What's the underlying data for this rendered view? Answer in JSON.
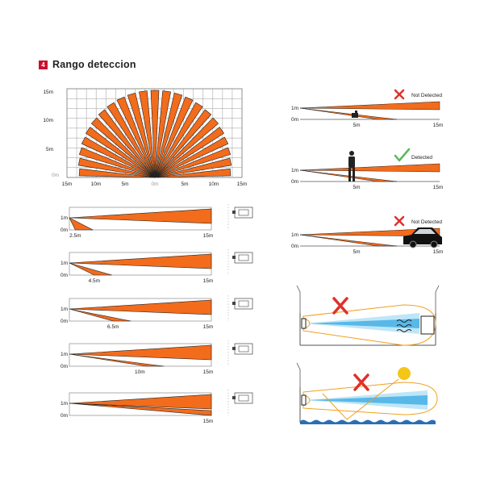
{
  "header": {
    "section_number": "4",
    "title": "Rango deteccion"
  },
  "colors": {
    "orange": "#f26c1c",
    "red": "#c8102e",
    "green": "#5cb85c",
    "blue": "#58b8e8",
    "sun": "#f5c518",
    "beam_outline": "#f0a020",
    "water": "#2a6fb5"
  },
  "fan_chart": {
    "y_labels": [
      "15m",
      "10m",
      "5m",
      "0m"
    ],
    "x_labels": [
      "15m",
      "10m",
      "5m",
      "0m",
      "5m",
      "10m",
      "15m"
    ],
    "wedge_count": 23
  },
  "side_views": [
    {
      "distance_label": "2.5m",
      "max_label": "15m",
      "height_labels": [
        "1m",
        "0m"
      ],
      "inner_reach": 2.5
    },
    {
      "distance_label": "4.5m",
      "max_label": "15m",
      "height_labels": [
        "1m",
        "0m"
      ],
      "inner_reach": 4.5
    },
    {
      "distance_label": "6.5m",
      "max_label": "15m",
      "height_labels": [
        "1m",
        "0m"
      ],
      "inner_reach": 6.5
    },
    {
      "distance_label": "10m",
      "max_label": "15m",
      "height_labels": [
        "1m",
        "0m"
      ],
      "inner_reach": 10
    },
    {
      "distance_label": "",
      "max_label": "15m",
      "height_labels": [
        "1m",
        "0m"
      ],
      "inner_reach": 15
    }
  ],
  "detect_cases": [
    {
      "status": "Not Detected",
      "object": "small-animal",
      "mid_label": "5m",
      "max_label": "15m",
      "height_labels": [
        "1m",
        "0m"
      ],
      "mark": "cross"
    },
    {
      "status": "Detected",
      "object": "person",
      "mid_label": "5m",
      "max_label": "15m",
      "height_labels": [
        "1m",
        "0m"
      ],
      "mark": "check"
    },
    {
      "status": "Not Detected",
      "object": "car",
      "mid_label": "5m",
      "max_label": "15m",
      "height_labels": [
        "1m",
        "0m"
      ],
      "mark": "cross"
    }
  ],
  "placement_warnings": [
    {
      "hazard": "heater",
      "mark": "cross"
    },
    {
      "hazard": "sunlight-reflection",
      "mark": "cross"
    }
  ]
}
